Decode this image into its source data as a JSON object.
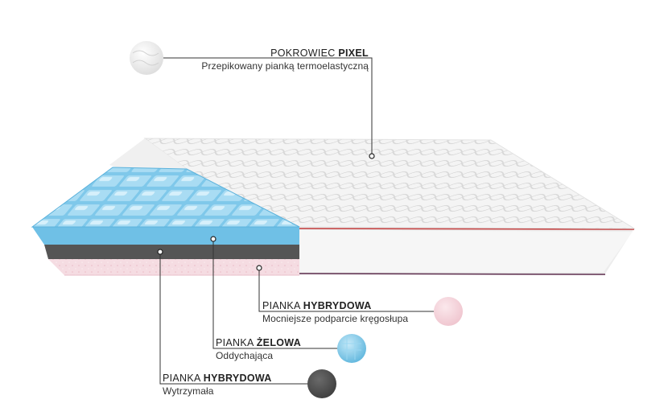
{
  "layers": [
    {
      "key": "cover",
      "title_prefix": "POKROWIEC",
      "title_bold": "PIXEL",
      "subtitle": "Przepikowany pianką termoelastyczną",
      "swatch_color": "#eeeeee"
    },
    {
      "key": "hybrid-top",
      "title_prefix": "PIANKA",
      "title_bold": "HYBRYDOWA",
      "subtitle": "Mocniejsze podparcie kręgosłupa",
      "swatch_color": "#f6d9df"
    },
    {
      "key": "gel",
      "title_prefix": "PIANKA",
      "title_bold": "ŻELOWA",
      "subtitle": "Oddychająca",
      "swatch_color": "#8fcde8"
    },
    {
      "key": "hybrid-base",
      "title_prefix": "PIANKA",
      "title_bold": "HYBRYDOWA",
      "subtitle": "Wytrzymała",
      "swatch_color": "#555555"
    }
  ]
}
